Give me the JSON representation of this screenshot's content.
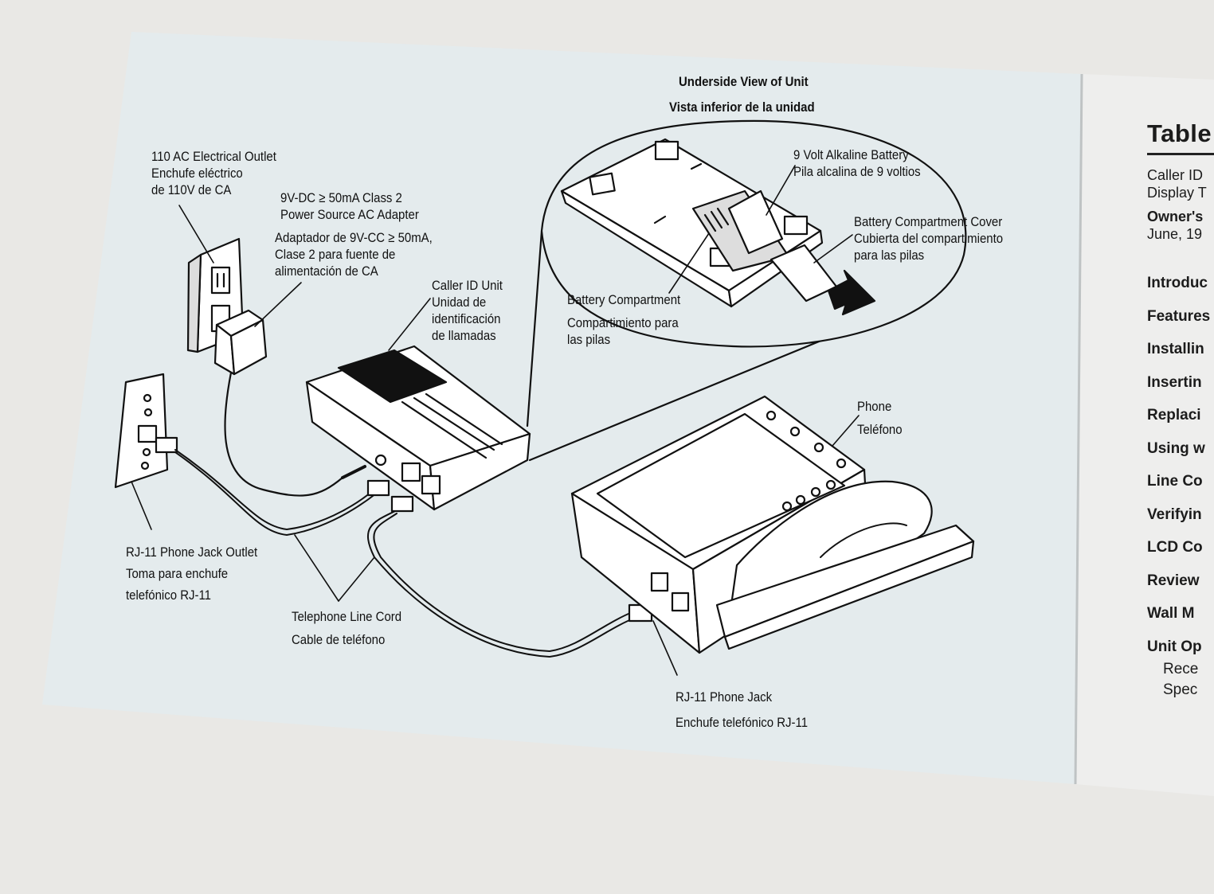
{
  "header": {
    "line1": "Underside View of Unit",
    "line2": "Vista inferior de la unidad"
  },
  "labels": {
    "outlet": [
      "110 AC Electrical Outlet",
      "Enchufe eléctrico",
      "de 110V de CA"
    ],
    "adapter_en": [
      "9V-DC ≥ 50mA Class 2",
      "Power Source AC Adapter"
    ],
    "adapter_es": [
      "Adaptador de 9V-CC ≥ 50mA,",
      "Clase 2 para fuente de",
      "alimentación de CA"
    ],
    "unit": [
      "Caller ID Unit",
      "Unidad de",
      "identificación",
      "de llamadas"
    ],
    "battery": [
      "9 Volt Alkaline Battery",
      "Pila alcalina de 9 voltios"
    ],
    "cover": [
      "Battery Compartment Cover",
      "Cubierta del compartimiento",
      "para las pilas"
    ],
    "compartment": [
      "Battery Compartment",
      "Compartimiento para",
      "las pilas"
    ],
    "phone": [
      "Phone",
      "Teléfono"
    ],
    "jack_outlet": [
      "RJ-11 Phone Jack Outlet",
      "Toma para enchufe",
      "telefónico RJ-11"
    ],
    "line_cord": [
      "Telephone Line Cord",
      "Cable de teléfono"
    ],
    "phone_jack": [
      "RJ-11 Phone Jack",
      "Enchufe telefónico RJ-11"
    ]
  },
  "toc": {
    "title": "Table",
    "meta": [
      "Caller ID",
      "Display T"
    ],
    "meta_bold": [
      "Owner's",
      "June, 19"
    ],
    "items": [
      "Introduc",
      "Features",
      "Installin",
      "Insertin",
      "Replaci",
      "Using w",
      "Line Co",
      "Verifyin",
      "LCD Co",
      "Review",
      "Wall M",
      "Unit Op"
    ],
    "subitems": [
      "Rece",
      "Spec"
    ]
  },
  "colors": {
    "paper": "#e4ebed",
    "ink": "#111111",
    "background": "#e9e8e5"
  }
}
